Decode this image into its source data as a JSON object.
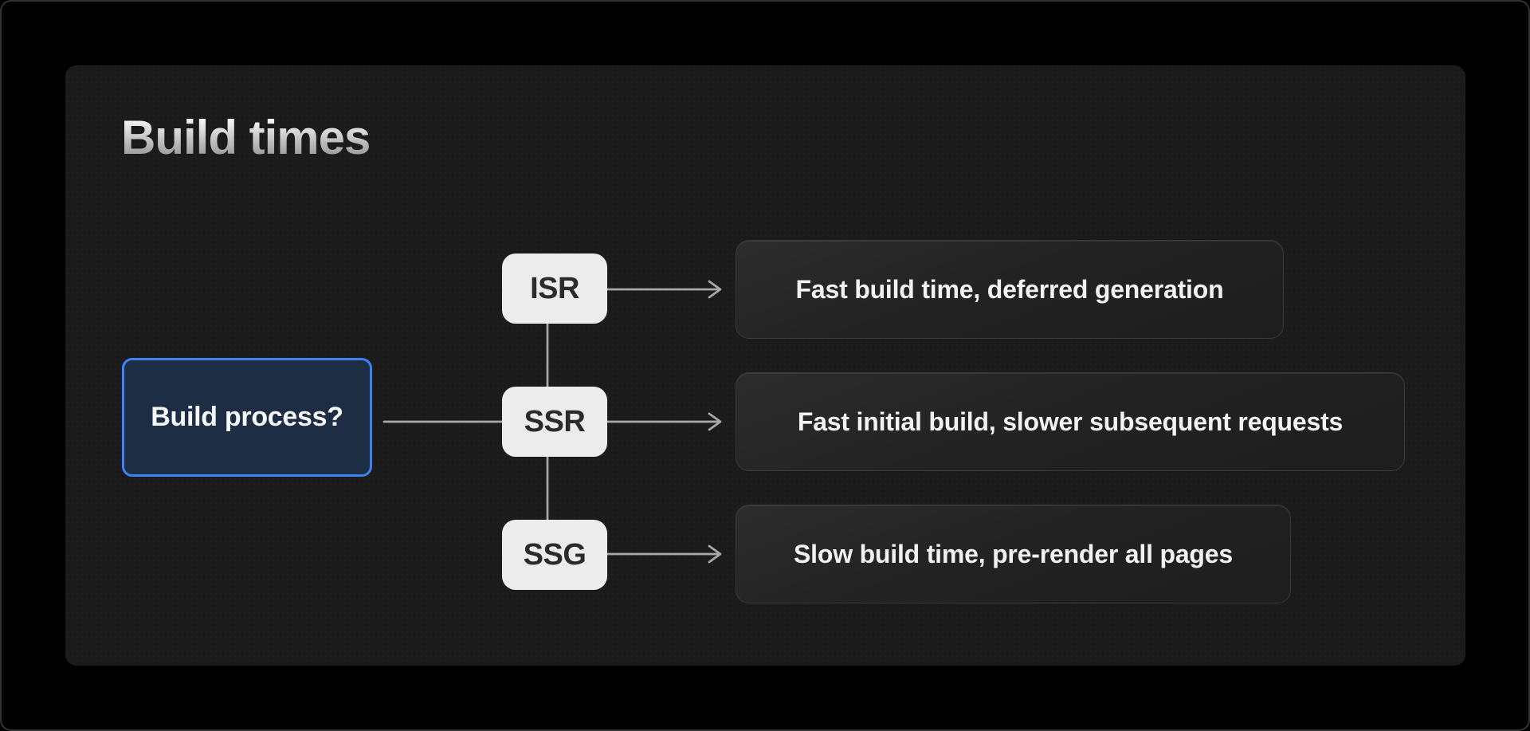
{
  "title": "Build times",
  "colors": {
    "canvas_bg": "#000000",
    "canvas_border": "#323232",
    "panel_bg": "#1b1b1b",
    "accent_blue": "#3b82f6",
    "question_fill": "#1d2e44",
    "question_text": "#f5f6f7",
    "option_fill": "#ececec",
    "option_text": "#2b2b2b",
    "result_fill_top": "#2c2c2c",
    "result_fill_bottom": "#1d1d1d",
    "result_border": "#3a3a3a",
    "result_text": "#f2f2f2",
    "edge_color": "#a8a8a8",
    "title_gradient_top": "#fafafa",
    "title_gradient_bottom": "#858585"
  },
  "diagram": {
    "question": {
      "label": "Build process?"
    },
    "options": [
      {
        "label": "ISR",
        "result": "Fast build time, deferred generation"
      },
      {
        "label": "SSR",
        "result": "Fast initial build, slower subsequent requests"
      },
      {
        "label": "SSG",
        "result": "Slow build time, pre-render all pages"
      }
    ]
  }
}
